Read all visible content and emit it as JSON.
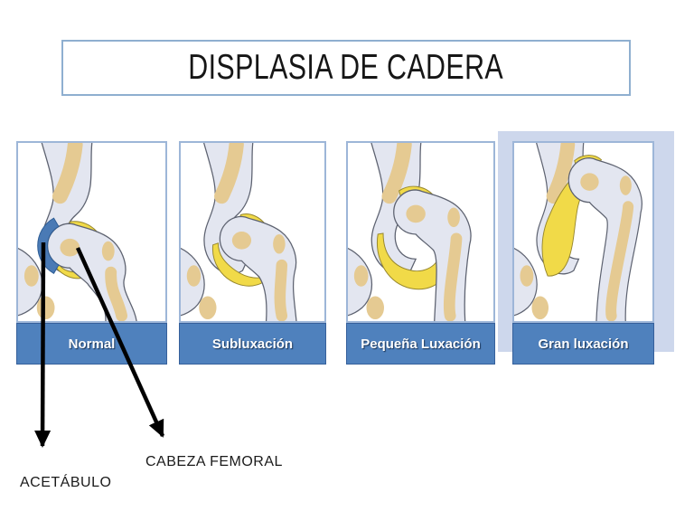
{
  "title": "DISPLASIA DE CADERA",
  "panels": [
    {
      "key": "normal",
      "label": "Normal",
      "stage": 0
    },
    {
      "key": "subluxacion",
      "label": "Subluxación",
      "stage": 1
    },
    {
      "key": "pequena-luxacion",
      "label": "Pequeña Luxación",
      "stage": 2
    },
    {
      "key": "gran-luxacion",
      "label": "Gran luxación",
      "stage": 3
    }
  ],
  "annotations": {
    "acetabulo": "ACETÁBULO",
    "cabeza_femoral": "CABEZA FEMORAL"
  },
  "icons": {
    "arrow_1": "down-arrow-to-acetabulo",
    "arrow_2": "diagonal-arrow-to-cabeza-femoral"
  },
  "colors": {
    "band_blue": "#4f81bd",
    "band_border": "#36609b",
    "band_text": "#ffffff",
    "panel_border": "#9db6d8",
    "background_accent": "#cdd7ec",
    "bone_fill": "#e3e6f0",
    "bone_outline": "#5d6270",
    "bone_core_tan": "#e5ca92",
    "cartilage_yellow": "#f1da48",
    "cartilage_outline": "#97872e",
    "acetabulum_blue": "#4a7ab5",
    "acetabulum_outline": "#2d5c94",
    "title_border": "#8fafd0",
    "arrow_black": "#000000",
    "text_dark": "#1b1b1b"
  }
}
